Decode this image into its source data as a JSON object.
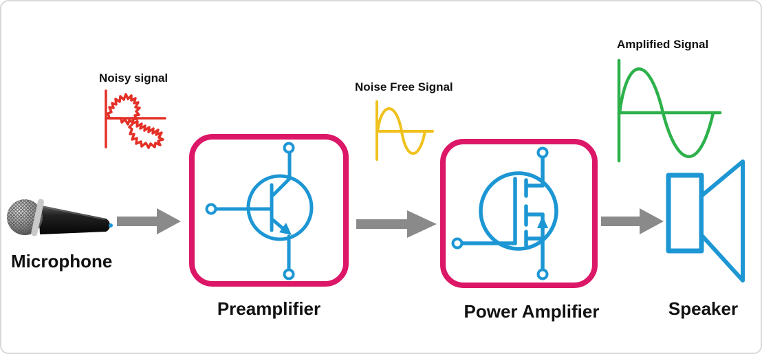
{
  "stages": {
    "microphone": {
      "label": "Microphone"
    },
    "preamplifier": {
      "label": "Preamplifier"
    },
    "power_amplifier": {
      "label": "Power Amplifier"
    },
    "speaker": {
      "label": "Speaker"
    }
  },
  "signals": {
    "noisy": {
      "label": "Noisy signal",
      "color": "#e43026"
    },
    "noise_free": {
      "label": "Noise Free Signal",
      "color": "#f0c11d"
    },
    "amplified": {
      "label": "Amplified Signal",
      "color": "#2db14b"
    }
  },
  "flow_order": [
    "Microphone",
    "Preamplifier",
    "Power Amplifier",
    "Speaker"
  ],
  "colors": {
    "stage_box_border": "#dc1767",
    "component_blue": "#1d96d4",
    "flow_arrow_gray": "#8a8a8a",
    "label_text": "#111111",
    "frame_border": "#d8d8d8",
    "background": "#ffffff"
  },
  "icons": {
    "microphone": "microphone-icon",
    "preamplifier_component": "bjt-transistor-icon",
    "power_amplifier_component": "mosfet-transistor-icon",
    "speaker": "speaker-icon",
    "connector": "flow-arrow-icon"
  }
}
